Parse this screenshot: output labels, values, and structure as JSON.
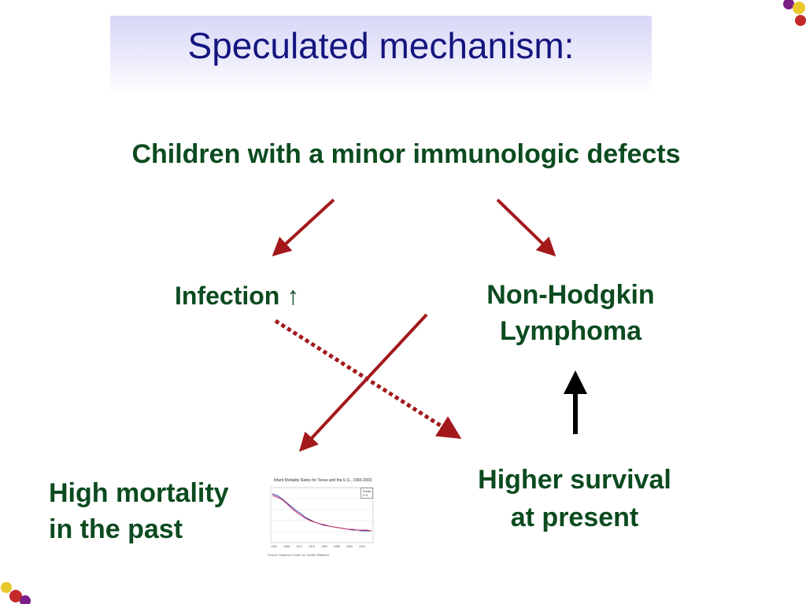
{
  "slide": {
    "title": "Speculated mechanism:"
  },
  "nodes": {
    "top": "Children with a minor immunologic defects",
    "infection": "Infection",
    "infection_arrow": "↑",
    "nhl_line1": "Non-Hodgkin",
    "nhl_line2": "Lymphoma",
    "mortality_line1": "High mortality",
    "mortality_line2": "in the past",
    "survival_line1": "Higher survival",
    "survival_line2": "at present"
  },
  "thumbnail_chart": {
    "title": "Infant Mortality Rates for Texas and the U.S., 1960-2003",
    "legend": [
      "Texas",
      "U.S."
    ],
    "note": "Source: National Center for Health Statistics"
  },
  "colors": {
    "title_text": "#15157f",
    "node_text": "#0b4b1f",
    "arrow_red": "#a3181b",
    "arrow_black": "#000000",
    "title_band": "#d7d7f7"
  }
}
